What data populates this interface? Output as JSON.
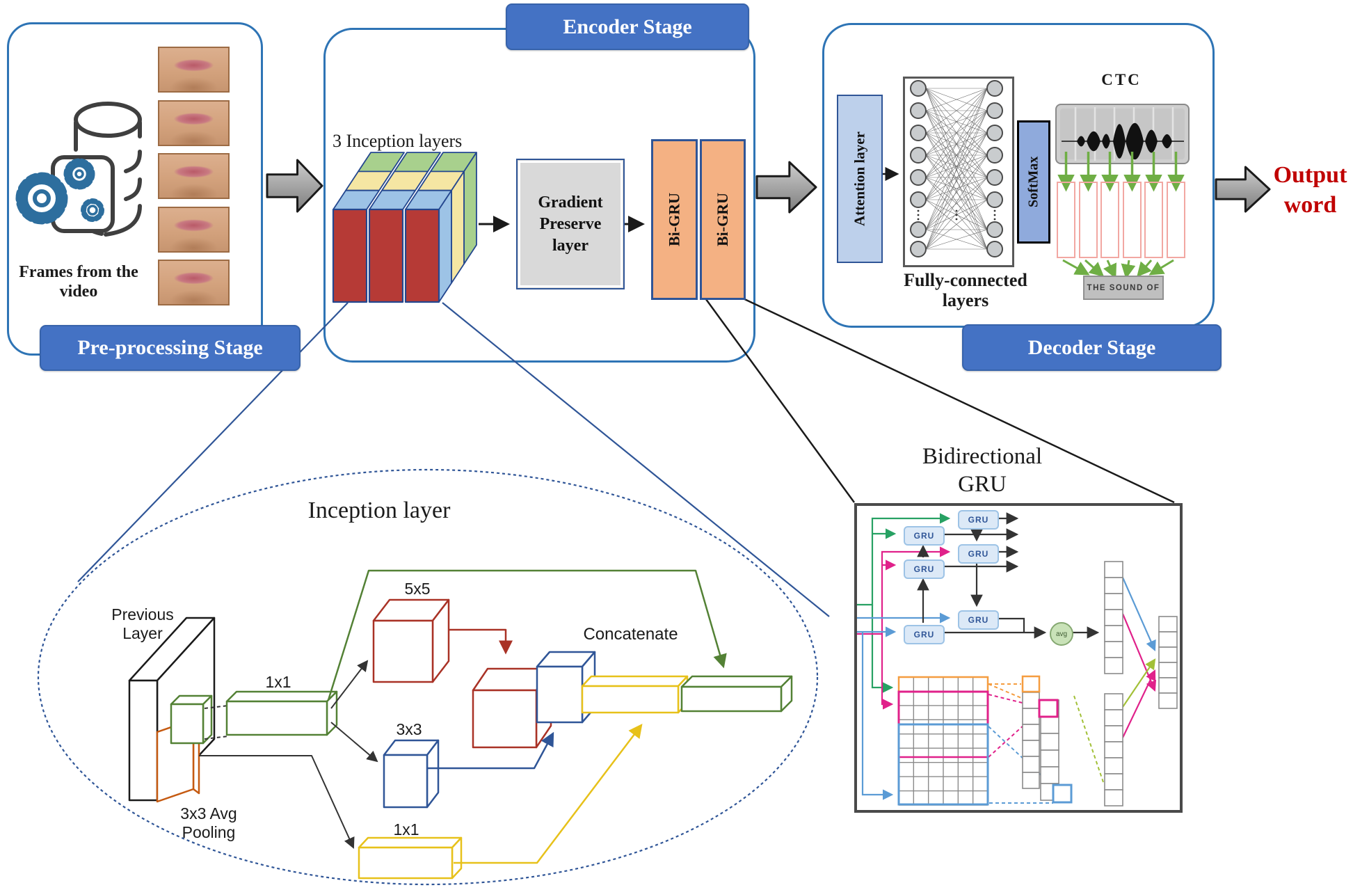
{
  "preprocessing": {
    "banner": "Pre-processing Stage",
    "frames_caption": "Frames from the video",
    "frame_count": 5,
    "icon": "database-gears-icon"
  },
  "encoder": {
    "banner": "Encoder Stage",
    "inception_count_label": "3 Inception layers",
    "gradient_layer": [
      "Gradient",
      "Preserve",
      "layer"
    ],
    "bigru_labels": [
      "Bi-GRU",
      "Bi-GRU"
    ]
  },
  "decoder": {
    "banner": "Decoder Stage",
    "attention_label": "Attention layer",
    "fully_connected": [
      "Fully-connected",
      "layers"
    ],
    "softmax_label": "SoftMax",
    "ctc_label": "CTC",
    "ctc_output_caption": "THE SOUND OF"
  },
  "output_word": [
    "Output",
    "word"
  ],
  "inception_layer": {
    "title": "Inception layer",
    "previous_layer": [
      "Previous",
      "Layer"
    ],
    "branch_1x1": "1x1",
    "branch_5x5": "5x5",
    "branch_3x3": "3x3",
    "branch_pool_1x1": "1x1",
    "avg_pooling": [
      "3x3 Avg",
      "Pooling"
    ],
    "concatenate_label": "Concatenate"
  },
  "bidirectional_gru": {
    "title": [
      "Bidirectional",
      "GRU"
    ],
    "gru_label": "GRU",
    "avg_label": "avg"
  },
  "colors": {
    "panel_blue": "#2E74B5",
    "banner_blue": "#4472C4",
    "output_red": "#C00000",
    "bigru_orange": "#F4B183",
    "attention_fill": "#BDD0EB",
    "softmax_fill": "#8FAADC",
    "ctc_arrow_green": "#6FAE45",
    "gru_magenta": "#E0218A",
    "gru_blue": "#5B9BD5",
    "gru_green": "#27A163"
  }
}
